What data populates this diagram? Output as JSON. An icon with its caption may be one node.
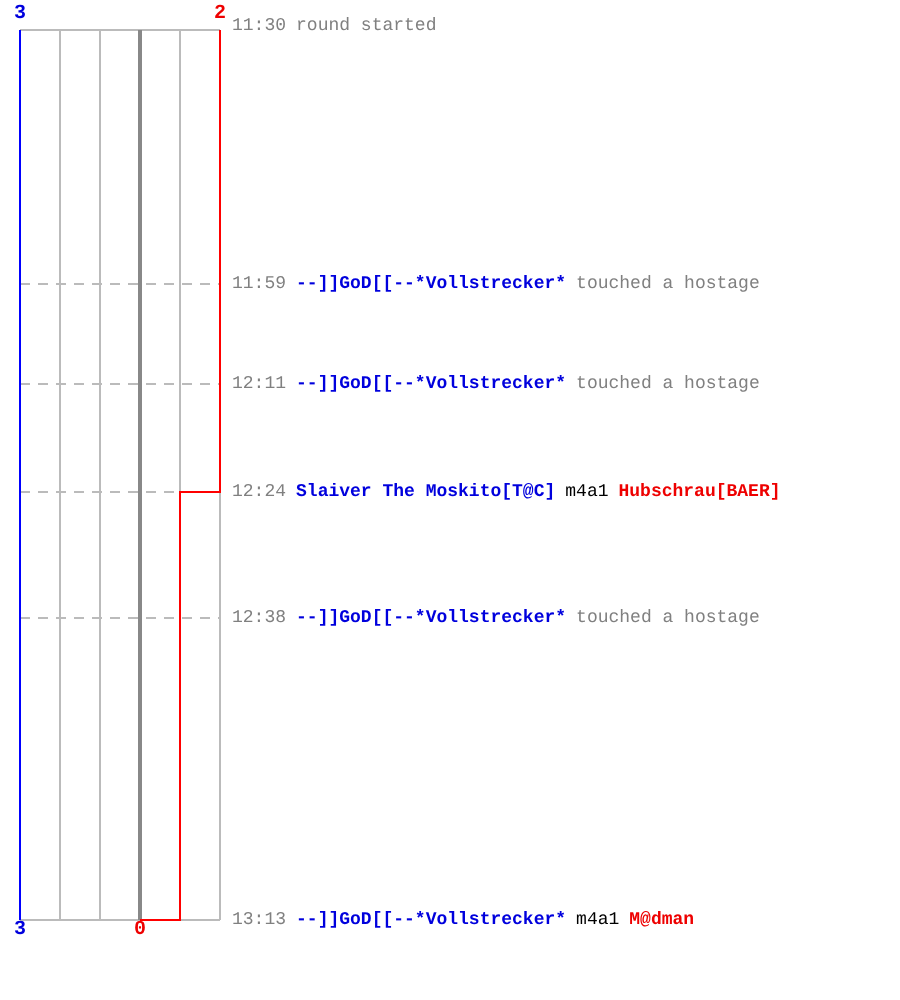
{
  "diagram": {
    "labels": [
      "3",
      "2",
      "11:30",
      "round started",
      "11:59",
      "--]]GoD[[--*Vollstrecker*",
      "touched a hostage",
      "12:11",
      "--]]GoD[[--*Vollstrecker*",
      "touched a hostage",
      "12:24",
      "Slaiver The Moskito[T@C]",
      "m4a1",
      "Hubschrau[BAER]",
      "12:38",
      "--]]GoD[[--*Vollstrecker*",
      "touched a hostage",
      "3",
      "0",
      "13:13",
      "--]]GoD[[--*Vollstrecker*",
      "m4a1",
      "M@dman"
    ]
  }
}
